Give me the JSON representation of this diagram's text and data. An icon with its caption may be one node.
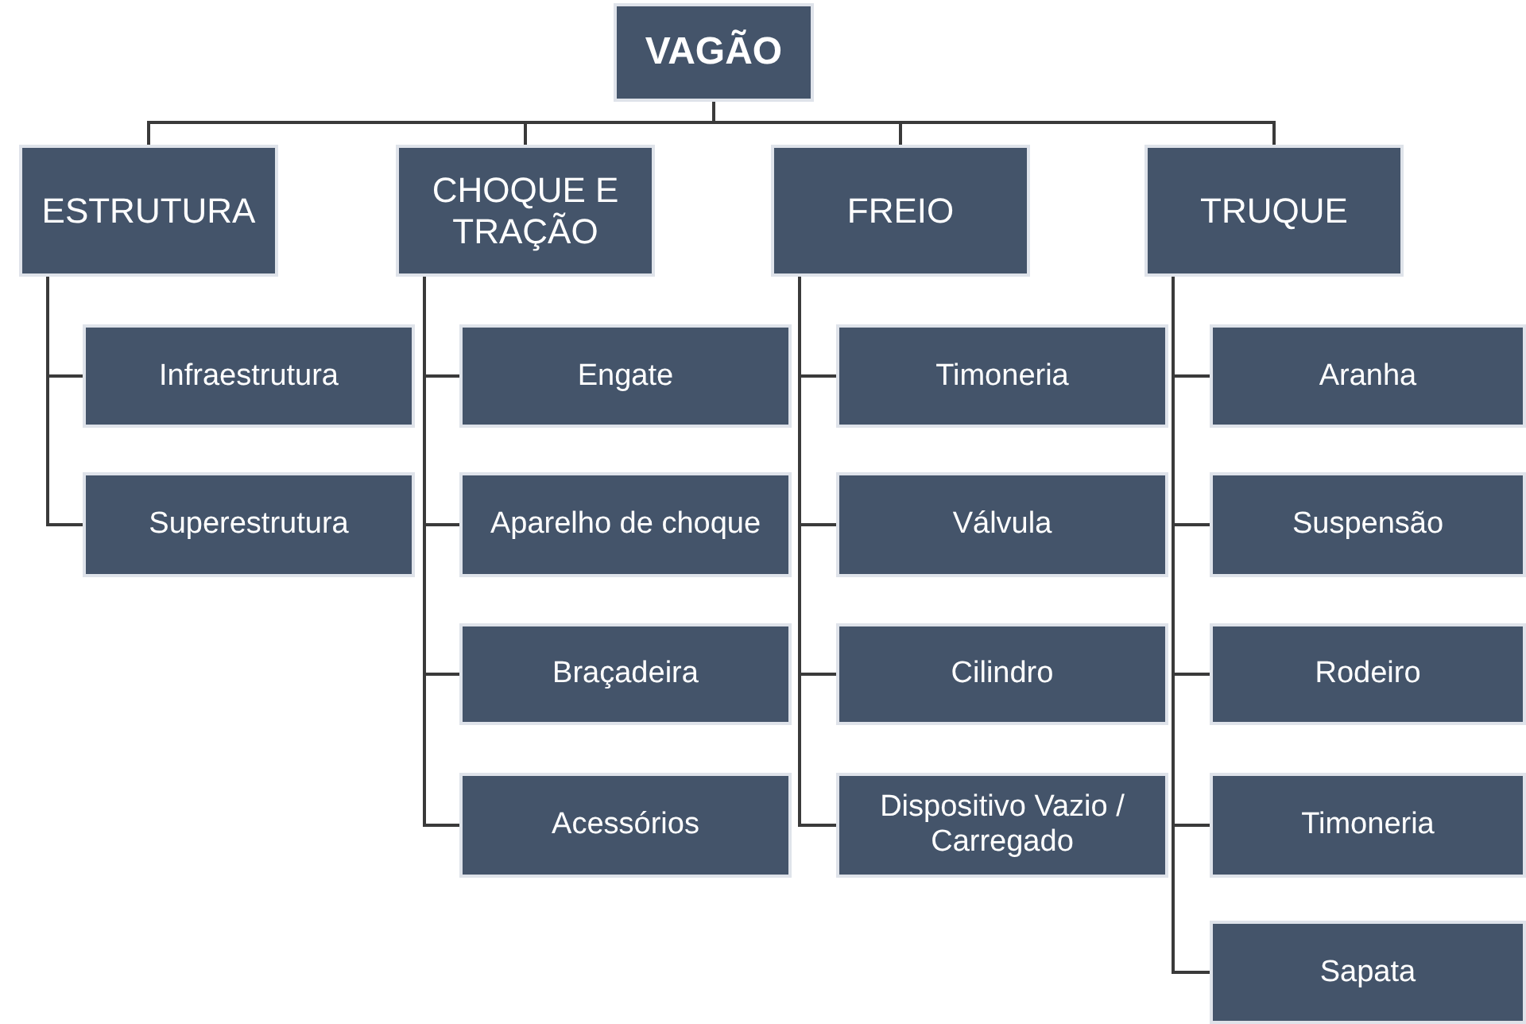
{
  "diagram": {
    "nodes": [
      {
        "text": [
          "VAGÃO"
        ]
      },
      {
        "text": [
          "ESTRUTURA"
        ]
      },
      {
        "text": [
          "CHOQUE E TRAÇÃO"
        ]
      },
      {
        "text": [
          "FREIO"
        ]
      },
      {
        "text": [
          "TRUQUE"
        ]
      },
      {
        "text": [
          "Infraestrutura"
        ]
      },
      {
        "text": [
          "Superestrutura"
        ]
      },
      {
        "text": [
          "Engate"
        ]
      },
      {
        "text": [
          "Aparelho de choque"
        ]
      },
      {
        "text": [
          "Braçadeira"
        ]
      },
      {
        "text": [
          "Acessórios"
        ]
      },
      {
        "text": [
          "Timoneria"
        ]
      },
      {
        "text": [
          "Válvula"
        ]
      },
      {
        "text": [
          "Cilindro"
        ]
      },
      {
        "text": [
          "Dispositivo Vazio / Carregado"
        ]
      },
      {
        "text": [
          "Aranha"
        ]
      },
      {
        "text": [
          "Suspensão"
        ]
      },
      {
        "text": [
          "Rodeiro"
        ]
      },
      {
        "text": [
          "Timoneria"
        ]
      },
      {
        "text": [
          "Sapata"
        ]
      }
    ],
    "edges": [
      {
        "from": 0,
        "to": 1,
        "arrow": "none"
      },
      {
        "from": 0,
        "to": 2,
        "arrow": "none"
      },
      {
        "from": 0,
        "to": 3,
        "arrow": "none"
      },
      {
        "from": 0,
        "to": 4,
        "arrow": "none"
      },
      {
        "from": 1,
        "to": 5,
        "arrow": "none"
      },
      {
        "from": 1,
        "to": 6,
        "arrow": "none"
      },
      {
        "from": 2,
        "to": 7,
        "arrow": "none"
      },
      {
        "from": 2,
        "to": 8,
        "arrow": "none"
      },
      {
        "from": 2,
        "to": 9,
        "arrow": "none"
      },
      {
        "from": 2,
        "to": 10,
        "arrow": "none"
      },
      {
        "from": 3,
        "to": 11,
        "arrow": "none"
      },
      {
        "from": 3,
        "to": 12,
        "arrow": "none"
      },
      {
        "from": 3,
        "to": 13,
        "arrow": "none"
      },
      {
        "from": 3,
        "to": 14,
        "arrow": "none"
      },
      {
        "from": 4,
        "to": 15,
        "arrow": "none"
      },
      {
        "from": 4,
        "to": 16,
        "arrow": "none"
      },
      {
        "from": 4,
        "to": 17,
        "arrow": "none"
      },
      {
        "from": 4,
        "to": 18,
        "arrow": "none"
      },
      {
        "from": 4,
        "to": 19,
        "arrow": "none"
      }
    ]
  }
}
